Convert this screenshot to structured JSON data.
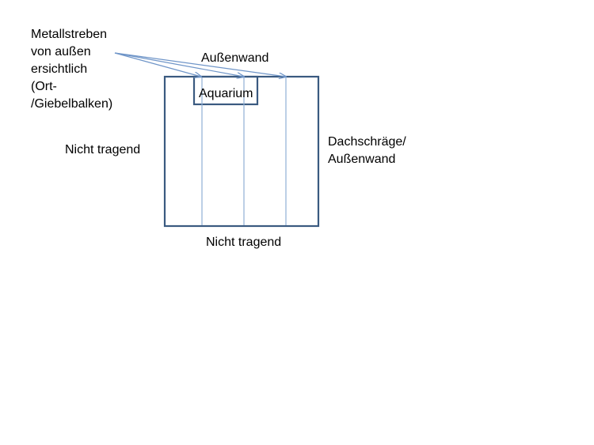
{
  "labels": {
    "metallstreben": [
      "Metallstreben",
      "von außen",
      "ersichtlich",
      "(Ort-",
      "/Giebelbalken)"
    ],
    "aussenwand_top": "Außenwand",
    "aquarium": "Aquarium",
    "nicht_tragend_left": "Nicht tragend",
    "dachschraege": [
      "Dachschräge/",
      "Außenwand"
    ],
    "nicht_tragend_bottom": "Nicht tragend"
  },
  "colors": {
    "room_border": "#3A5A80",
    "strut_line": "#8FAFD6",
    "arrow": "#6F95C8",
    "text": "#000000"
  }
}
